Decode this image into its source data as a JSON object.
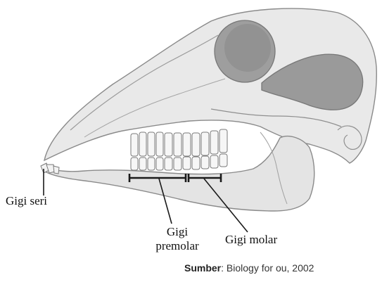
{
  "labels": {
    "incisor": "Gigi seri",
    "premolar_line1": "Gigi",
    "premolar_line2": "premolar",
    "molar": "Gigi molar"
  },
  "source": {
    "prefix": "Sumber",
    "text": ": Biology for   ou, 2002"
  },
  "colors": {
    "bone_fill": "#e7e7e7",
    "bone_stroke": "#8a8a8a",
    "shadow": "#b3b3b3",
    "line": "#1a1a1a"
  }
}
